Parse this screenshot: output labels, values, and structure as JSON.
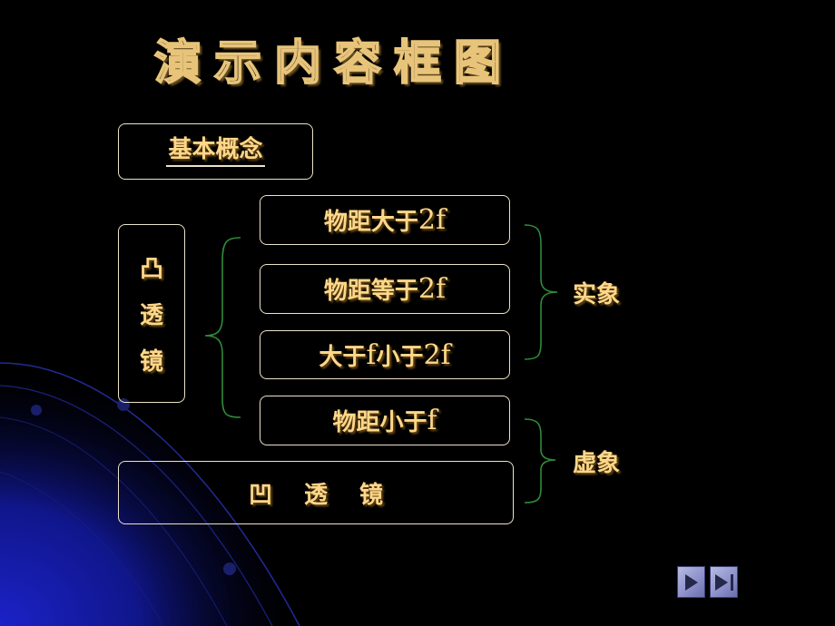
{
  "title": "演示内容框图",
  "basic_concept": "基本概念",
  "convex_lens": [
    "凸",
    "透",
    "镜"
  ],
  "cases": [
    {
      "prefix": "物距大于",
      "value": "2f"
    },
    {
      "prefix": "物距等于",
      "value": "2f"
    },
    {
      "prefix": "大于",
      "value": "f",
      "middle": "小于",
      "value2": "2f"
    },
    {
      "prefix": "物距小于",
      "value": "f"
    }
  ],
  "concave_lens": "凹　 透　 镜",
  "real_image": "实象",
  "virtual_image": "虚象",
  "nav": {
    "next_icon": "play-next-icon",
    "end_icon": "skip-to-end-icon"
  },
  "colors": {
    "text": "#ffd78a",
    "box_border": "#ece3c8",
    "bracket": "#2e8b3a",
    "background": "#000000"
  }
}
